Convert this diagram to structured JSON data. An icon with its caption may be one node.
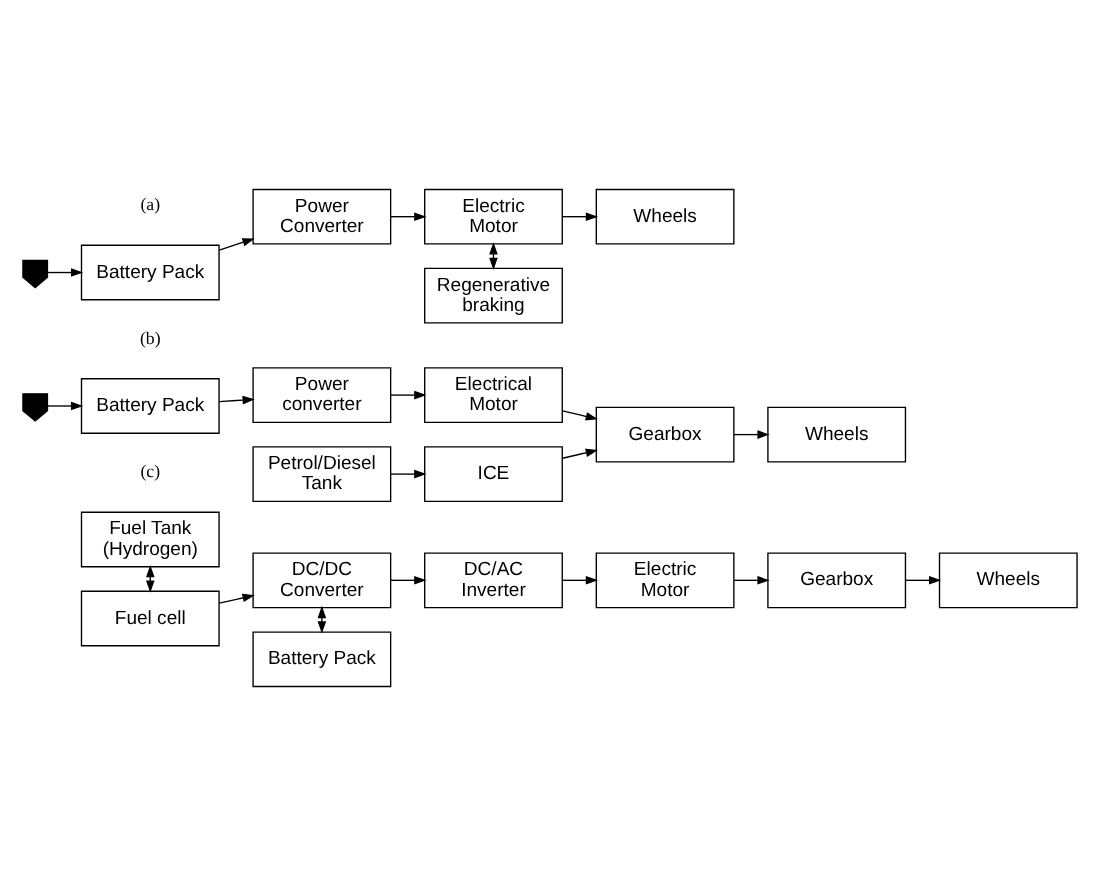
{
  "diagram": {
    "nodes": [
      {
        "text": [],
        "shape": "plug"
      },
      {
        "text": [
          "Battery Pack"
        ]
      },
      {
        "text": [
          "Power Converter"
        ]
      },
      {
        "text": [
          "Electric Motor"
        ]
      },
      {
        "text": [
          "Wheels"
        ]
      },
      {
        "text": [
          "Regenerative braking"
        ]
      },
      {
        "text": [],
        "shape": "plug"
      },
      {
        "text": [
          "Battery Pack"
        ]
      },
      {
        "text": [
          "Power converter"
        ]
      },
      {
        "text": [
          "Electrical Motor"
        ]
      },
      {
        "text": [
          "Petrol/Diesel Tank"
        ]
      },
      {
        "text": [
          "ICE"
        ]
      },
      {
        "text": [
          "Gearbox"
        ]
      },
      {
        "text": [
          "Wheels"
        ]
      },
      {
        "text": [
          "Fuel Tank (Hydrogen)"
        ]
      },
      {
        "text": [
          "Fuel cell"
        ]
      },
      {
        "text": [
          "DC/DC Converter"
        ]
      },
      {
        "text": [
          "DC/AC Inverter"
        ]
      },
      {
        "text": [
          "Electric Motor"
        ]
      },
      {
        "text": [
          "Gearbox"
        ]
      },
      {
        "text": [
          "Wheels"
        ]
      },
      {
        "text": [
          "Battery Pack"
        ]
      }
    ],
    "edges": [
      {
        "from": 0,
        "to": 1,
        "arrow": "to"
      },
      {
        "from": 1,
        "to": 2,
        "arrow": "to"
      },
      {
        "from": 2,
        "to": 3,
        "arrow": "to"
      },
      {
        "from": 3,
        "to": 4,
        "arrow": "to"
      },
      {
        "from": 3,
        "to": 5,
        "arrow": "both"
      },
      {
        "from": 6,
        "to": 7,
        "arrow": "to"
      },
      {
        "from": 7,
        "to": 8,
        "arrow": "to"
      },
      {
        "from": 8,
        "to": 9,
        "arrow": "to"
      },
      {
        "from": 9,
        "to": 12,
        "arrow": "to"
      },
      {
        "from": 10,
        "to": 11,
        "arrow": "to"
      },
      {
        "from": 11,
        "to": 12,
        "arrow": "to"
      },
      {
        "from": 12,
        "to": 13,
        "arrow": "to"
      },
      {
        "from": 14,
        "to": 15,
        "arrow": "both"
      },
      {
        "from": 15,
        "to": 16,
        "arrow": "to"
      },
      {
        "from": 16,
        "to": 21,
        "arrow": "both"
      },
      {
        "from": 16,
        "to": 17,
        "arrow": "to"
      },
      {
        "from": 17,
        "to": 18,
        "arrow": "to"
      },
      {
        "from": 18,
        "to": 19,
        "arrow": "to"
      },
      {
        "from": 19,
        "to": 20,
        "arrow": "to"
      }
    ],
    "labels": [
      "(a)",
      "(b)",
      "(c)"
    ]
  }
}
